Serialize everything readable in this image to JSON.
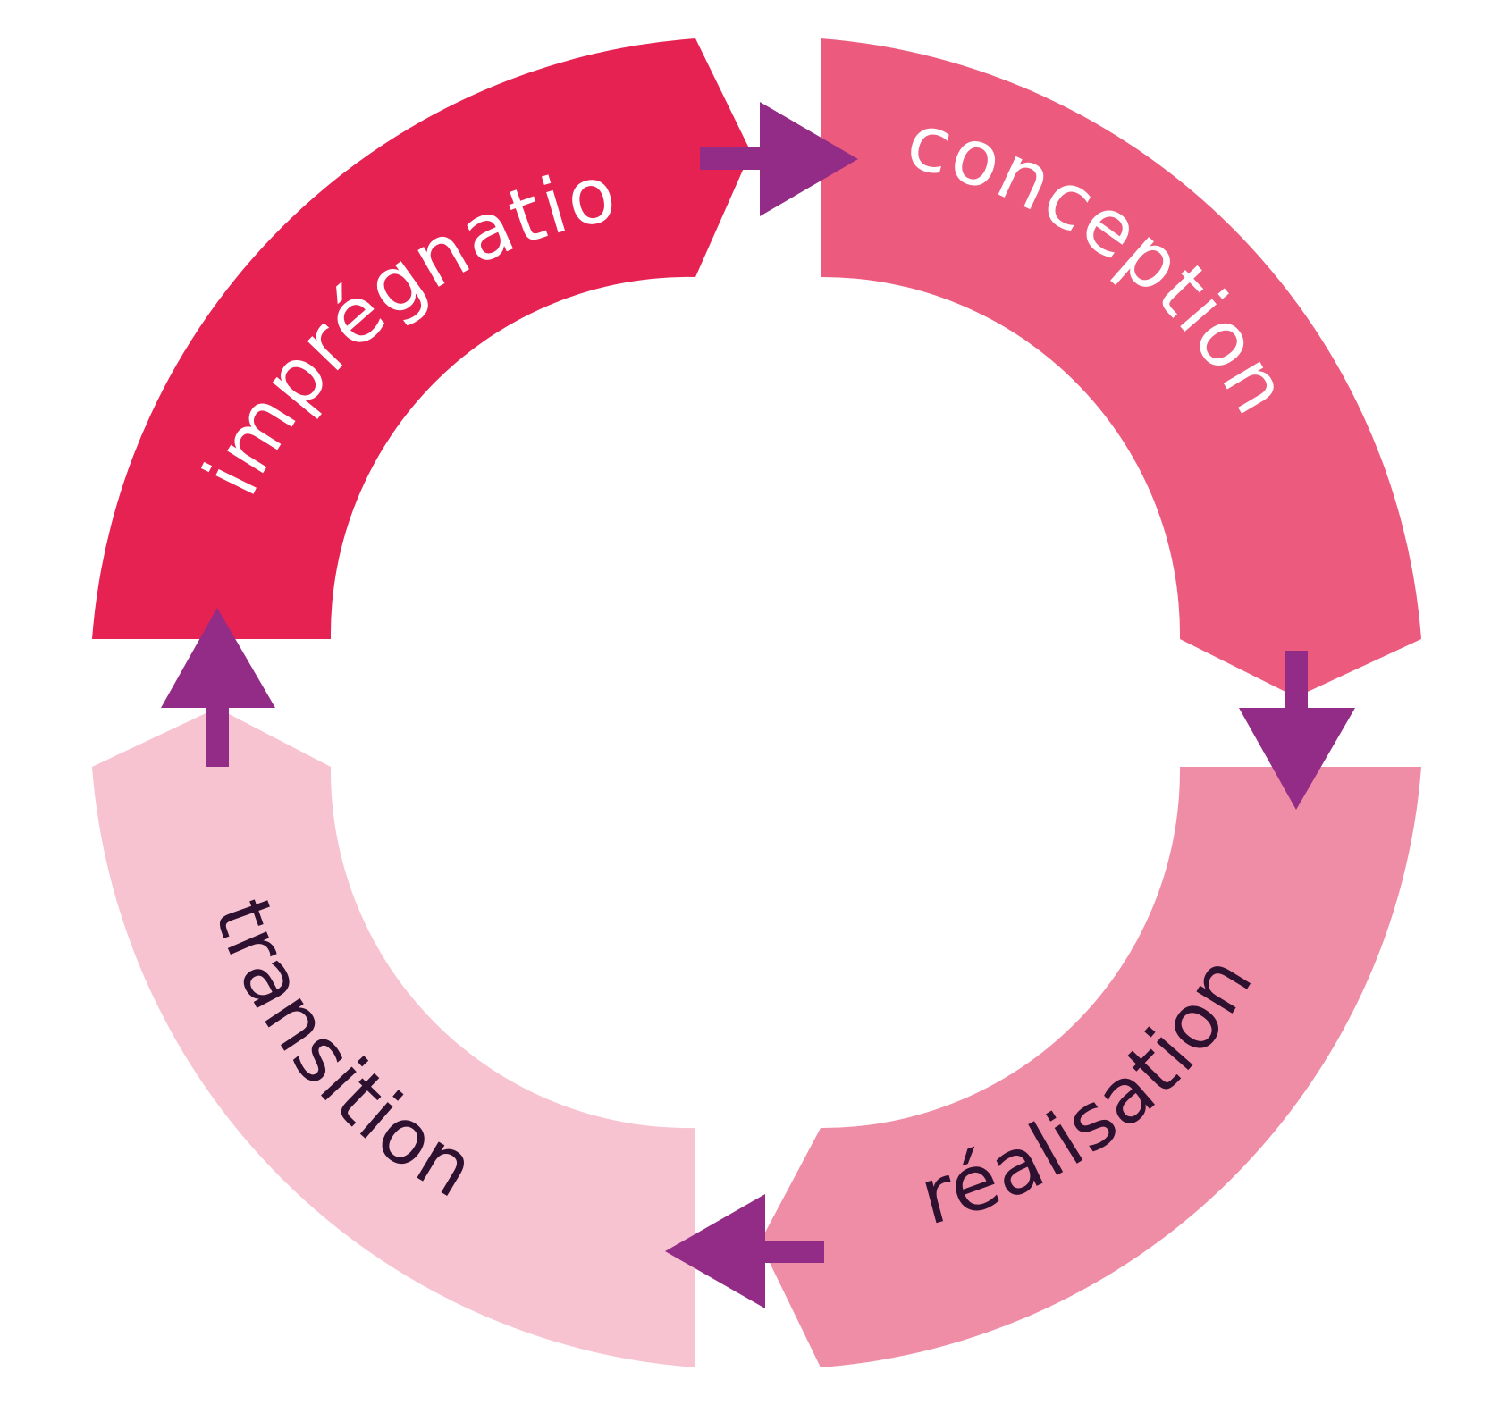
{
  "phases": [
    {
      "id": "impregnation",
      "label": "imprégnation",
      "color": "#E62252",
      "text_color": "#FFFFFF"
    },
    {
      "id": "conception",
      "label": "conception",
      "color": "#EC5A7E",
      "text_color": "#FFFFFF"
    },
    {
      "id": "realisation",
      "label": "réalisation",
      "color": "#F08DA6",
      "text_color": "#2E1030"
    },
    {
      "id": "transition",
      "label": "transition",
      "color": "#F7C3D0",
      "text_color": "#2E1030"
    }
  ],
  "arrow_color": "#932C86"
}
